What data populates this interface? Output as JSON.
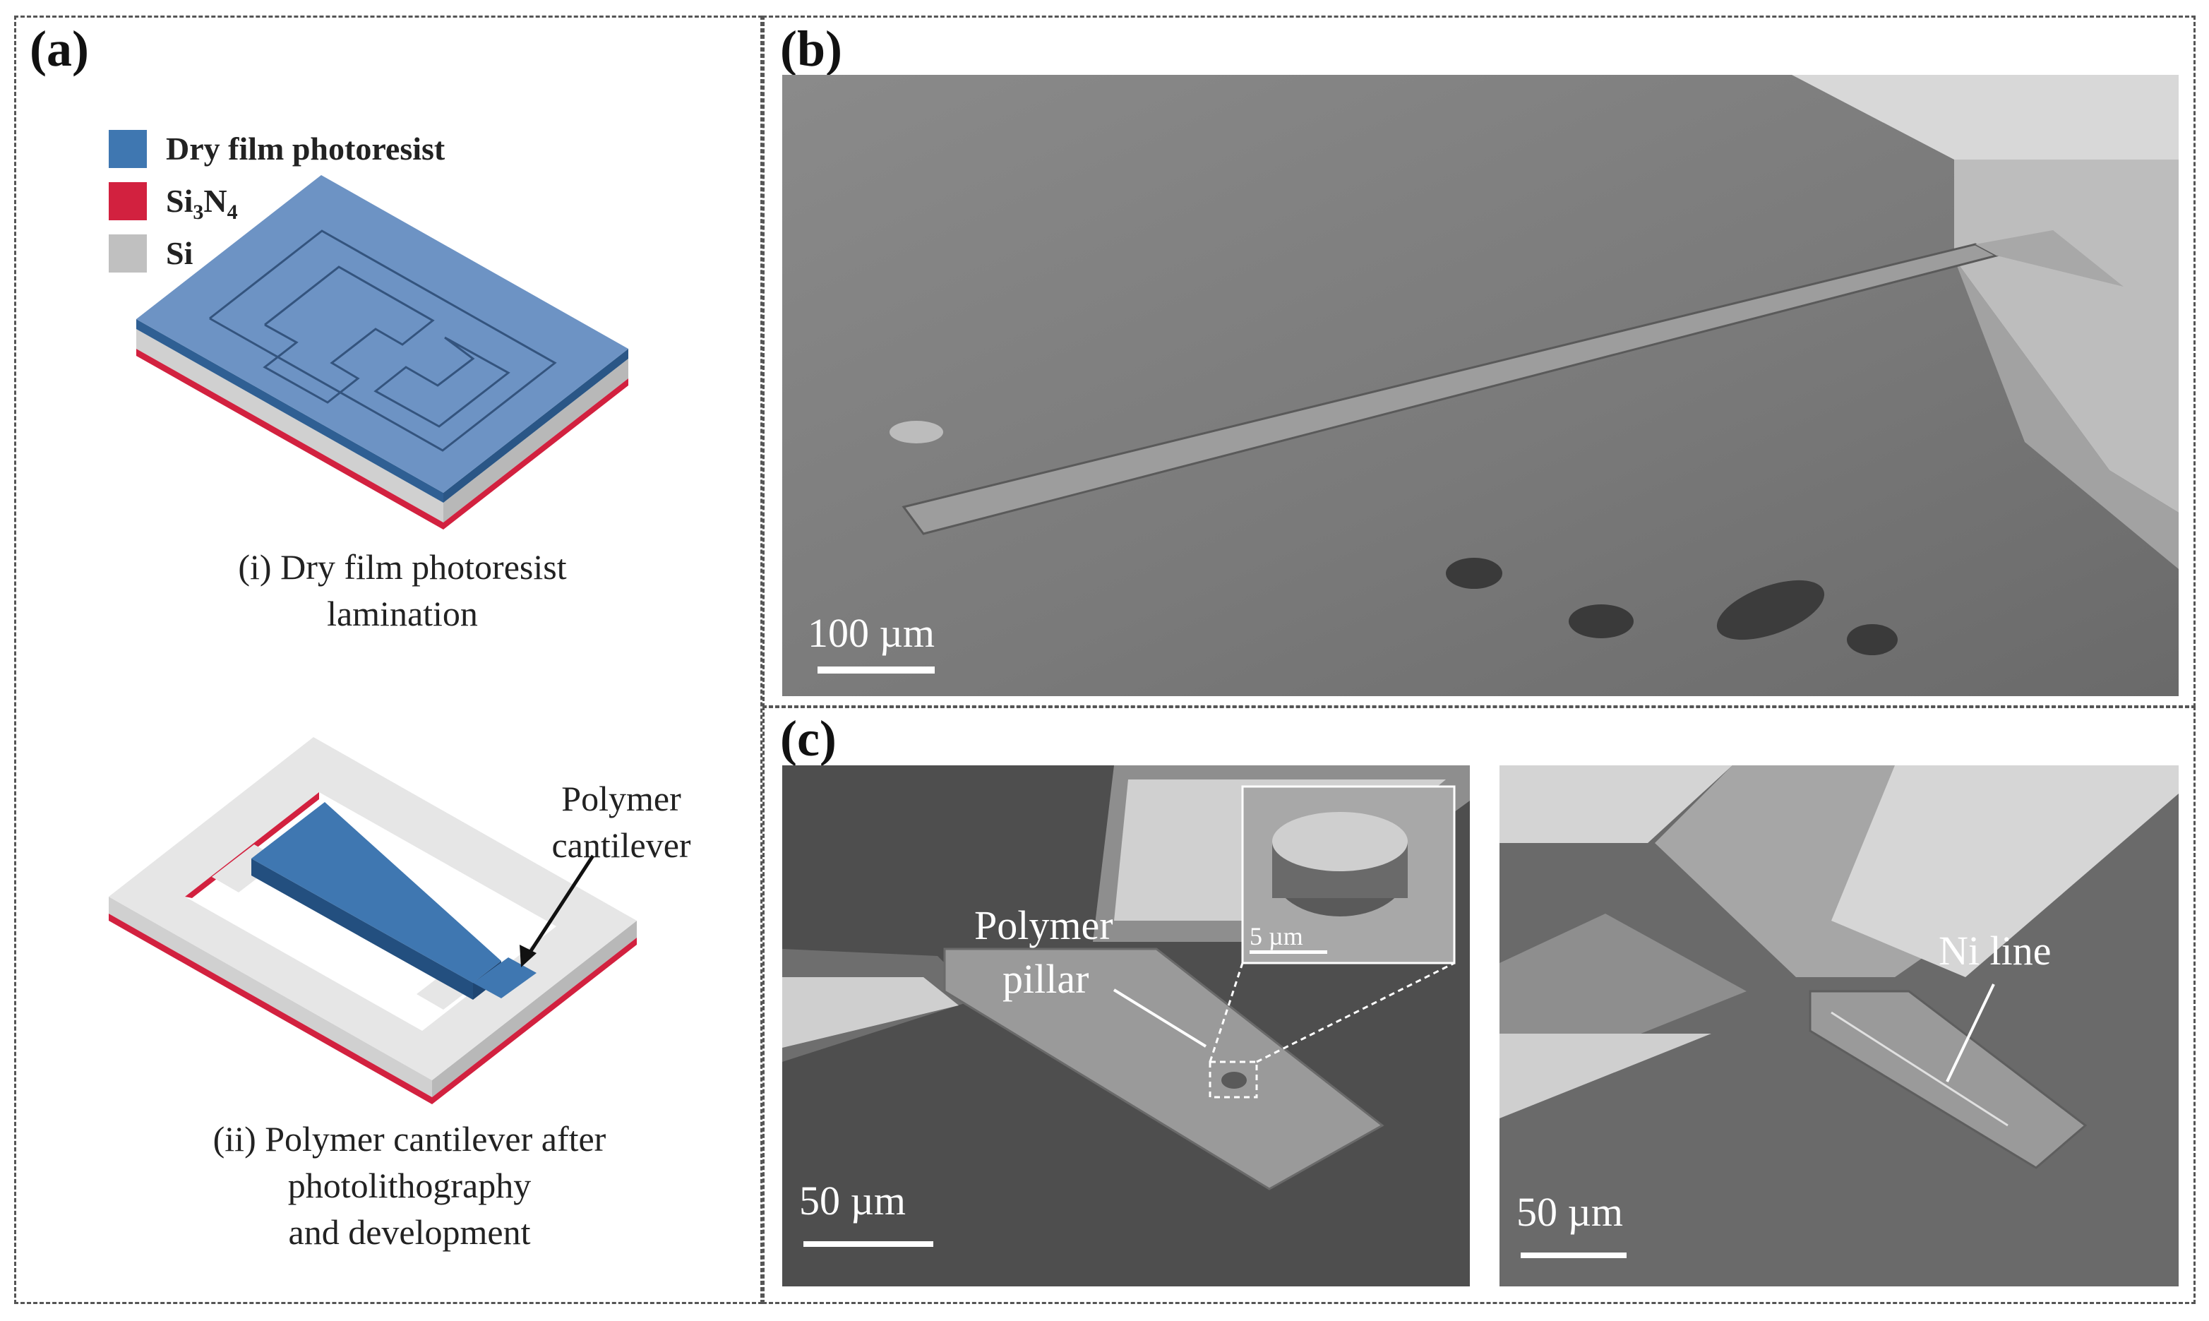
{
  "panels": {
    "a": "(a)",
    "b": "(b)",
    "c": "(c)"
  },
  "legend": {
    "items": [
      {
        "label": "Dry film photoresist",
        "color": "#3f77b1"
      },
      {
        "label_main": "Si",
        "sub1": "3",
        "label_mid": "N",
        "sub2": "4",
        "color": "#d2213f"
      },
      {
        "label": "Si",
        "color": "#c0c0c0"
      }
    ]
  },
  "step_i": {
    "line1": "(i) Dry film photoresist",
    "line2": "lamination"
  },
  "step_ii": {
    "line1": "(ii) Polymer cantilever after",
    "line2": "photolithography",
    "line3": "and development",
    "annotation_line1": "Polymer",
    "annotation_line2": "cantilever"
  },
  "sem_b": {
    "scale": "100 µm"
  },
  "sem_c_left": {
    "scale": "50 µm",
    "label_line1": "Polymer",
    "label_line2": "pillar",
    "inset_scale": "5 µm"
  },
  "sem_c_right": {
    "scale": "50 µm",
    "label": "Ni line"
  },
  "colors": {
    "photoresist": "#3f77b1",
    "nitride": "#d2213f",
    "silicon": "#c0c0c0"
  }
}
